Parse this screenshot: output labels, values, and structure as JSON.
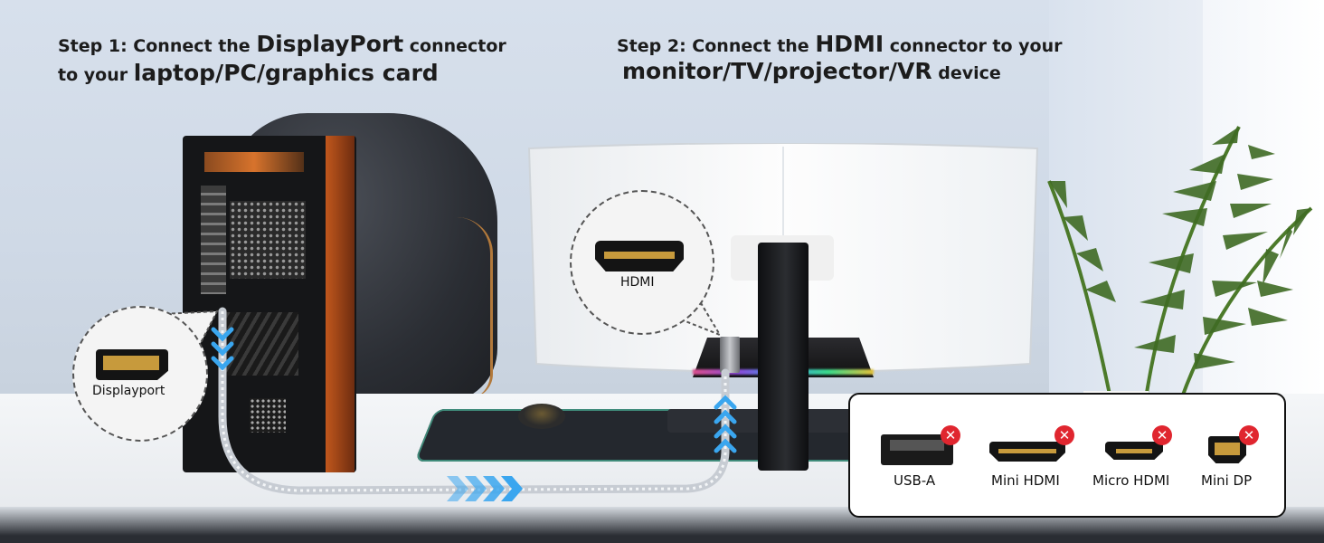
{
  "step1": {
    "line1_prefix": "Step 1: Connect the ",
    "line1_emphasis": "DisplayPort",
    "line1_suffix": " connector",
    "line2_prefix": "to your ",
    "line2_emphasis": "laptop/PC/graphics card"
  },
  "step2": {
    "line1_prefix": "Step 2: Connect the ",
    "line1_emphasis": "HDMI",
    "line1_suffix": " connector to your",
    "line2_emphasis": "monitor/TV/projector/VR",
    "line2_suffix": " device"
  },
  "callouts": {
    "displayport_label": "Displayport",
    "hdmi_label": "HDMI"
  },
  "incompatible": {
    "items": [
      {
        "label": "USB-A",
        "icon": "usb-a-port-icon"
      },
      {
        "label": "Mini HDMI",
        "icon": "mini-hdmi-port-icon"
      },
      {
        "label": "Micro HDMI",
        "icon": "micro-hdmi-port-icon"
      },
      {
        "label": "Mini DP",
        "icon": "mini-dp-port-icon"
      }
    ],
    "badge_symbol": "✕",
    "badge_color": "#e0262f"
  },
  "colors": {
    "arrow": "#3aa6ef",
    "connector_gold": "#c79a3c",
    "tower_accent": "#c1571c"
  }
}
